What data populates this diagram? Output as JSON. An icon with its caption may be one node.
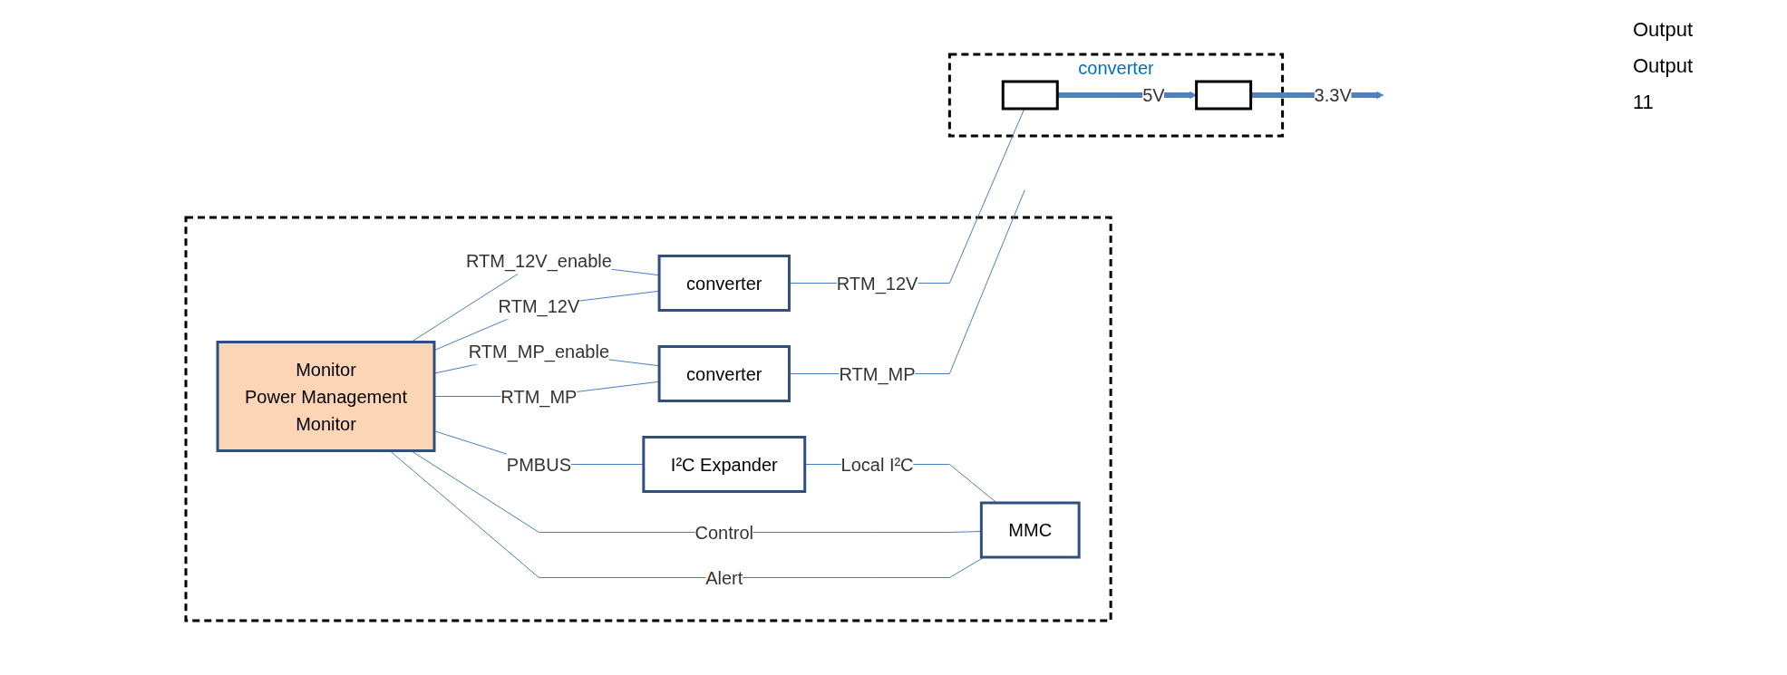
{
  "diagram": {
    "nodes": [
      {
        "text": [],
        "shape": "box"
      },
      {
        "text": [
          "converter"
        ]
      },
      {
        "text": [
          "Monitor",
          "Power Management",
          "Monitor"
        ],
        "in": 0
      },
      {
        "text": [
          "converter"
        ],
        "in": 0
      },
      {
        "text": [
          "converter"
        ],
        "in": 0
      },
      {
        "text": [
          "I²C Expander"
        ],
        "in": 0
      },
      {
        "text": [
          "MMC"
        ],
        "in": 0
      },
      {
        "text": [],
        "shape": "box",
        "in": 1
      },
      {
        "text": [],
        "shape": "box",
        "in": 1
      }
    ],
    "edges": [
      {
        "from": 2,
        "to": 3,
        "label": "RTM_12V_enable",
        "arrow": "none"
      },
      {
        "from": 2,
        "to": 4,
        "label": "RTM_MP_enable",
        "arrow": "none"
      },
      {
        "from": 2,
        "to": 5,
        "label": "PMBUS",
        "arrow": "none"
      },
      {
        "from": 5,
        "to": 6,
        "label": "Local I²C",
        "arrow": "none"
      },
      {
        "from": 6,
        "to": 2,
        "label": "Control",
        "arrow": "none"
      },
      {
        "from": 6,
        "to": 2,
        "label": "Alert",
        "arrow": "none"
      },
      {
        "from": 3,
        "to": 7,
        "label": "RTM_12V",
        "arrow": "none"
      },
      {
        "from": 4,
        "to": null,
        "label": "RTM_MP",
        "arrow": "none"
      },
      {
        "from": 3,
        "to": 2,
        "label": "RTM_12V",
        "arrow": "none"
      },
      {
        "from": 4,
        "to": 2,
        "label": "RTM_MP",
        "arrow": "none"
      },
      {
        "from": 7,
        "to": 8,
        "label": "5V",
        "arrow": "to",
        "style": "thick",
        "color": "#4f81bd"
      },
      {
        "from": 8,
        "to": null,
        "label": "3.3V",
        "arrow": "to",
        "style": "thick",
        "color": "#4f81bd"
      }
    ],
    "labels": [
      "Output",
      "Output",
      "11"
    ]
  }
}
